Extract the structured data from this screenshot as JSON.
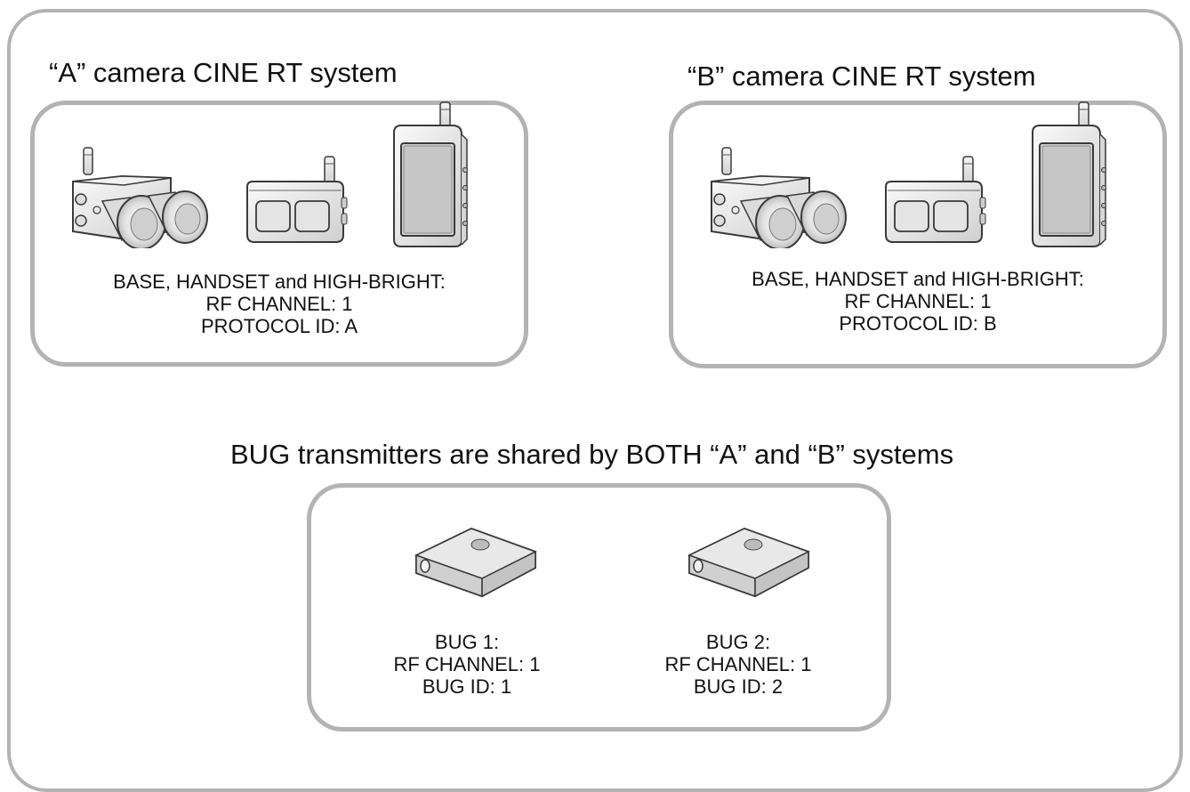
{
  "system_a": {
    "title": "“A” camera CINE RT system",
    "lines": [
      "BASE, HANDSET and HIGH-BRIGHT:",
      "RF CHANNEL: 1",
      "PROTOCOL ID: A"
    ]
  },
  "system_b": {
    "title": "“B” camera CINE RT system",
    "lines": [
      "BASE, HANDSET and HIGH-BRIGHT:",
      "RF CHANNEL: 1",
      "PROTOCOL ID: B"
    ]
  },
  "bugs": {
    "title": "BUG transmitters are shared by BOTH “A” and “B” systems",
    "bug1": [
      "BUG 1:",
      "RF CHANNEL: 1",
      "BUG ID: 1"
    ],
    "bug2": [
      "BUG 2:",
      "RF CHANNEL: 1",
      "BUG ID: 2"
    ]
  },
  "colors": {
    "frame": "#b3b3b3",
    "device_fill": "#e6e6e6",
    "device_stroke": "#3a3a3a"
  },
  "icons": [
    "base-unit-icon",
    "handset-icon",
    "high-bright-monitor-icon",
    "bug-transmitter-icon"
  ]
}
